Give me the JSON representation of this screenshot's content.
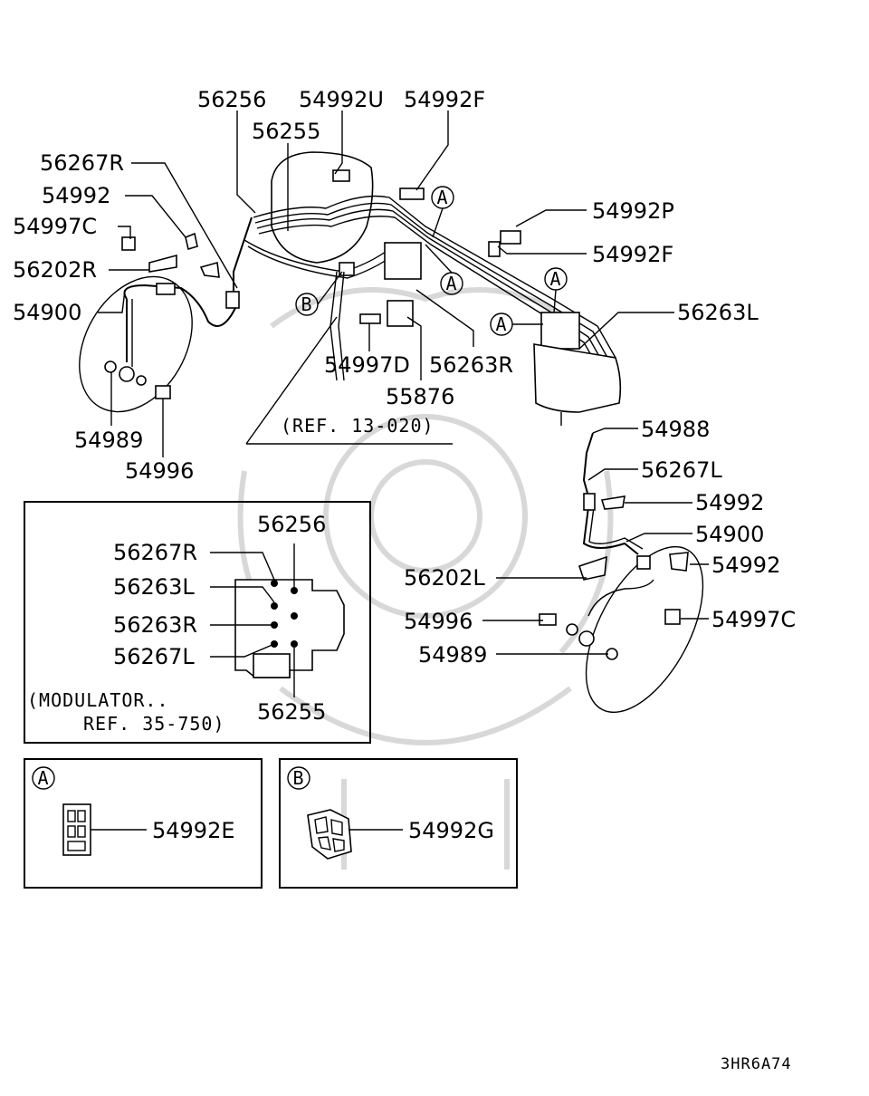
{
  "top_labels": {
    "p56256": "56256",
    "p54992U": "54992U",
    "p54992F_top": "54992F",
    "p56255": "56255",
    "p56267R": "56267R",
    "p54992_left": "54992",
    "p54997C_left": "54997C",
    "p56202R": "56202R",
    "p54900_left": "54900",
    "p54989_left": "54989",
    "p54996_left": "54996",
    "p54997D": "54997D",
    "p56263R": "56263R",
    "p55876": "55876",
    "ref_13_020": "(REF. 13-020)",
    "p54992P": "54992P",
    "p54992F_right": "54992F",
    "p56263L": "56263L",
    "p54988": "54988",
    "p56267L": "56267L",
    "p54992_r1": "54992",
    "p54900_right": "54900",
    "p54992_r2": "54992",
    "p56202L": "56202L",
    "p54996_right": "54996",
    "p54997C_right": "54997C",
    "p54989_right": "54989"
  },
  "callouts": {
    "A": "A",
    "B": "B"
  },
  "modulator_box": {
    "p56256": "56256",
    "p56267R": "56267R",
    "p56263L": "56263L",
    "p56263R": "56263R",
    "p56267L": "56267L",
    "p56255": "56255",
    "note_line1": "(MODULATOR..",
    "note_line2": "REF. 35-750)"
  },
  "detail_a": {
    "marker": "A",
    "part": "54992E"
  },
  "detail_b": {
    "marker": "B",
    "part": "54992G"
  },
  "diagram_code": "3HR6A74"
}
